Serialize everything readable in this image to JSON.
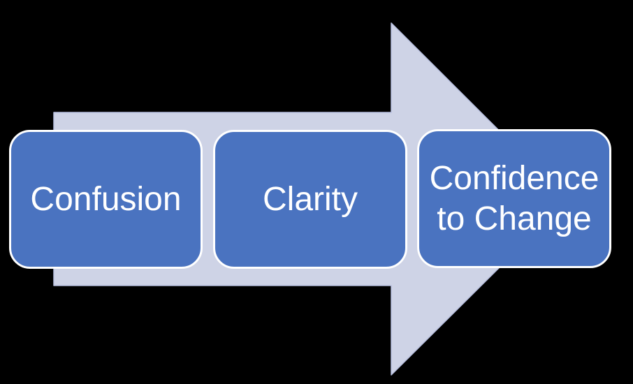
{
  "diagram": {
    "type": "process-flow-arrow",
    "direction": "left-to-right",
    "steps": [
      {
        "label": "Confusion"
      },
      {
        "label": "Clarity"
      },
      {
        "label": "Confidence to Change"
      }
    ]
  },
  "colors": {
    "background": "#000000",
    "box-fill": "#4a73c0",
    "box-border": "#ffffff",
    "box-text": "#ffffff",
    "arrow-fill": "#ced3e6",
    "arrow-stroke": "#b7bfdf"
  }
}
